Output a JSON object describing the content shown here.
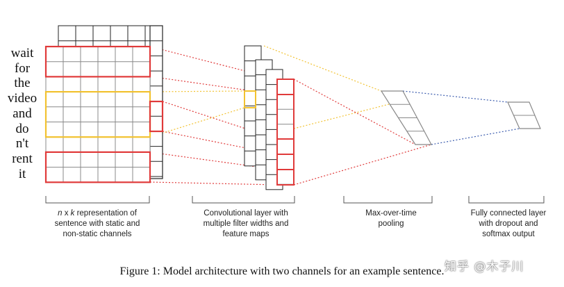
{
  "words": [
    "wait",
    "for",
    "the",
    "video",
    "and",
    "do",
    "n't",
    "rent",
    "it"
  ],
  "stages": [
    {
      "name": "sentence-matrix-label",
      "lines": [
        "n x k representation of",
        "sentence with static and",
        "non-static channels"
      ]
    },
    {
      "name": "conv-layer-label",
      "lines": [
        "Convolutional layer with",
        "multiple filter widths and",
        "feature maps"
      ]
    },
    {
      "name": "pooling-label",
      "lines": [
        "Max-over-time",
        "pooling"
      ]
    },
    {
      "name": "fc-layer-label",
      "lines": [
        "Fully connected layer",
        "with dropout and",
        "softmax output"
      ]
    }
  ],
  "caption": "Figure 1: Model architecture with two channels for an example sentence.",
  "watermark": "知乎 @木子川",
  "colors": {
    "red": "#e03a3a",
    "yellow": "#f2c230",
    "blue": "#3b5cae",
    "grid": "#888888",
    "dark": "#222222"
  }
}
